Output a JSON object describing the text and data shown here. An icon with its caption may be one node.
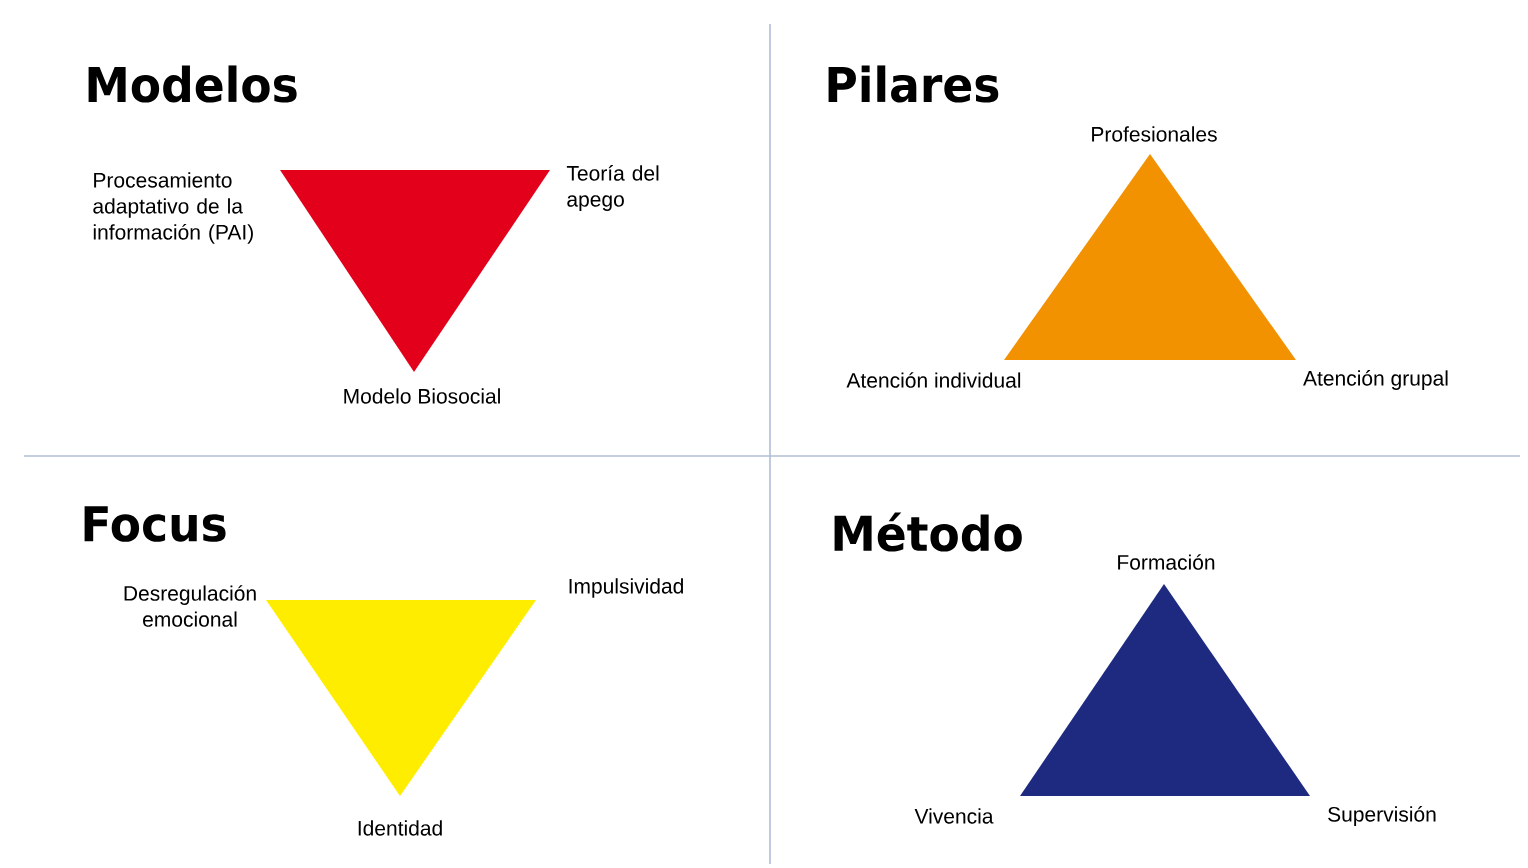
{
  "diagram": {
    "nodes": [
      {
        "text": [],
        "shape": "triangle",
        "beside": [
          "Procesamiento adaptativo de la información (PAI)",
          "Teoría del apego",
          "Modelo Biosocial"
        ]
      },
      {
        "text": [],
        "shape": "triangle",
        "beside": [
          "Profesionales",
          "Atención individual",
          "Atención grupal"
        ]
      },
      {
        "text": [],
        "shape": "triangle",
        "beside": [
          "Desregulación emocional",
          "Impulsividad",
          "Identidad"
        ]
      },
      {
        "text": [],
        "shape": "triangle",
        "beside": [
          "Formación",
          "Vivencia",
          "Supervisión"
        ]
      }
    ],
    "edges": [],
    "labels": [
      "Modelos",
      "Pilares",
      "Focus",
      "Método"
    ]
  }
}
